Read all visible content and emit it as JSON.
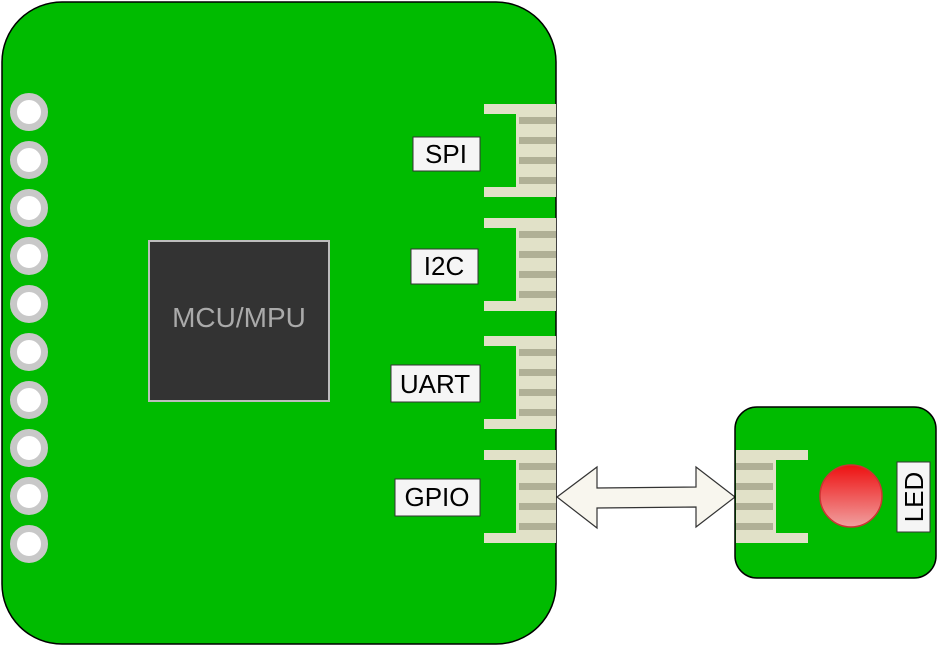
{
  "main_board": {
    "chip_label": "MCU/MPU",
    "connectors": [
      {
        "label": "SPI"
      },
      {
        "label": "I2C"
      },
      {
        "label": "UART"
      },
      {
        "label": "GPIO"
      }
    ],
    "pin_header_count": 10
  },
  "led_module": {
    "label": "LED"
  },
  "link": {
    "type": "bidirectional-arrow",
    "from": "GPIO",
    "to": "LED"
  },
  "colors": {
    "board_green": "#00bb00",
    "chip": "#333333",
    "chip_text": "#aaaaaa",
    "connector_body": "#e1e1c8",
    "connector_pin": "#b0b096",
    "pin_ring": "#c8c8c8",
    "label_bg": "#f5f5f5",
    "arrow_fill": "#f8f6ee",
    "led_red": "#ee1111"
  }
}
